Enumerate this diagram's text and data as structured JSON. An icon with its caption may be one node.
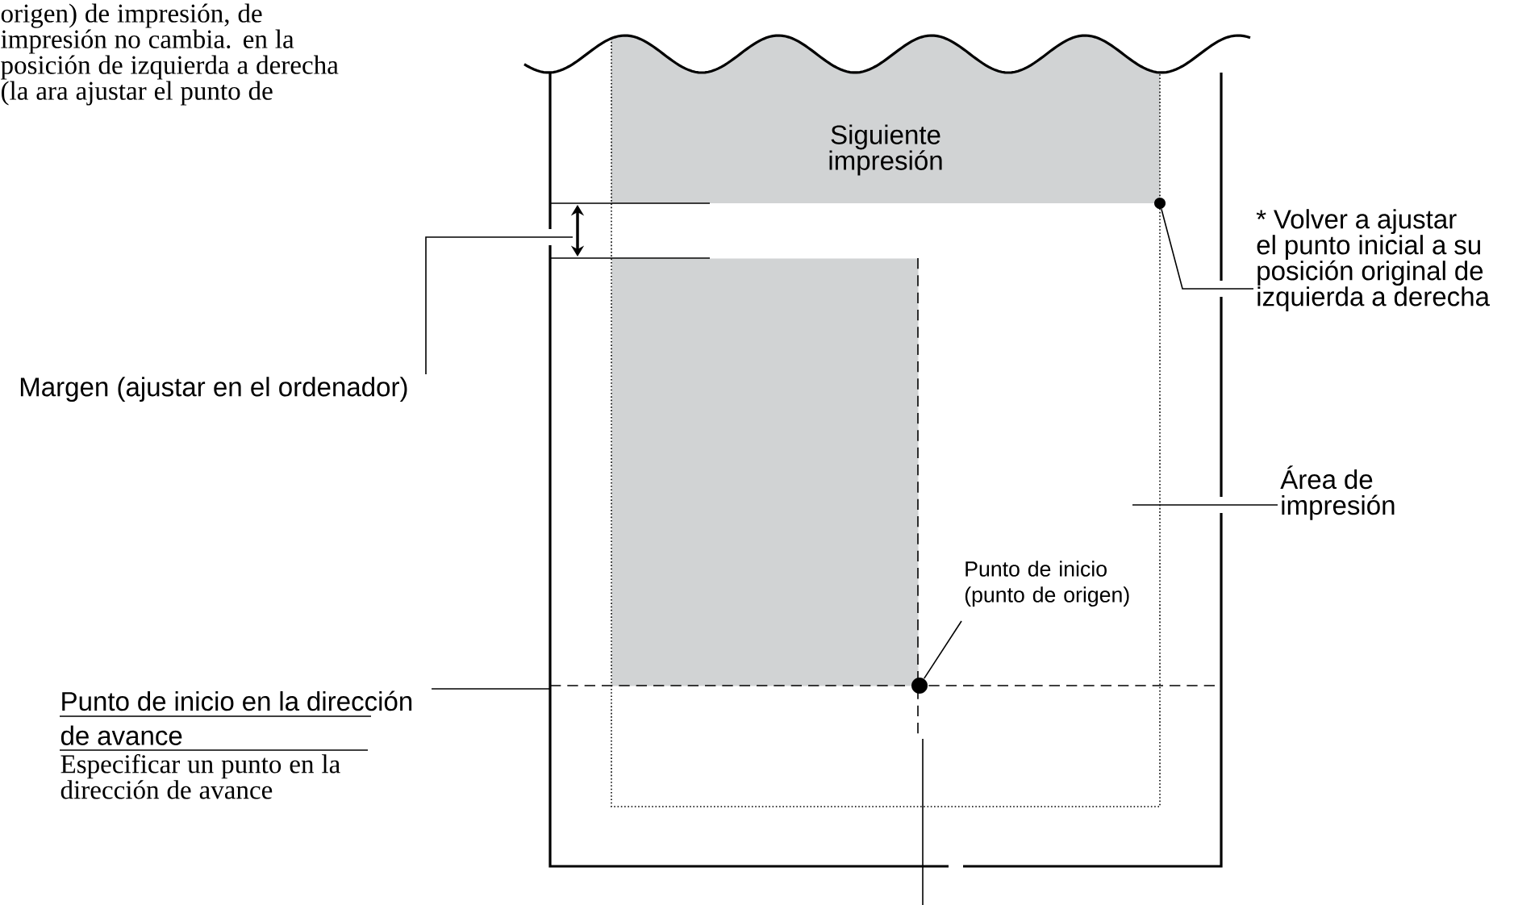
{
  "diagram": {
    "nodes": [
      {
        "text": [
          "Siguiente impresión"
        ]
      },
      {
        "text": [],
        "shape": "box"
      },
      {
        "text": [
          "Margen (ajustar en el ordenador)"
        ]
      },
      {
        "text": [
          "* Volver a ajustar el punto inicial a su posición original de izquierda a derecha"
        ]
      },
      {
        "text": [],
        "shape": "circle"
      },
      {
        "text": [
          "Área de impresión"
        ]
      },
      {
        "text": [
          "Punto de inicio (punto de origen)"
        ]
      },
      {
        "text": [],
        "shape": "circle"
      },
      {
        "text": [
          "Punto de inicio en la dirección de avance",
          "Especificar un punto en la dirección de avance"
        ]
      }
    ],
    "edges": [
      {
        "from": 2,
        "to": null,
        "arrow": "none"
      },
      {
        "from": 3,
        "to": 4,
        "arrow": "none"
      },
      {
        "from": 5,
        "to": null,
        "arrow": "none"
      },
      {
        "from": 6,
        "to": 7,
        "arrow": "none"
      },
      {
        "from": 8,
        "to": null,
        "arrow": "none"
      }
    ],
    "labels": [
      "origen) de impresión, de impresión no cambia. en la posición de izquierda a derecha (la ara ajustar el punto de"
    ]
  }
}
